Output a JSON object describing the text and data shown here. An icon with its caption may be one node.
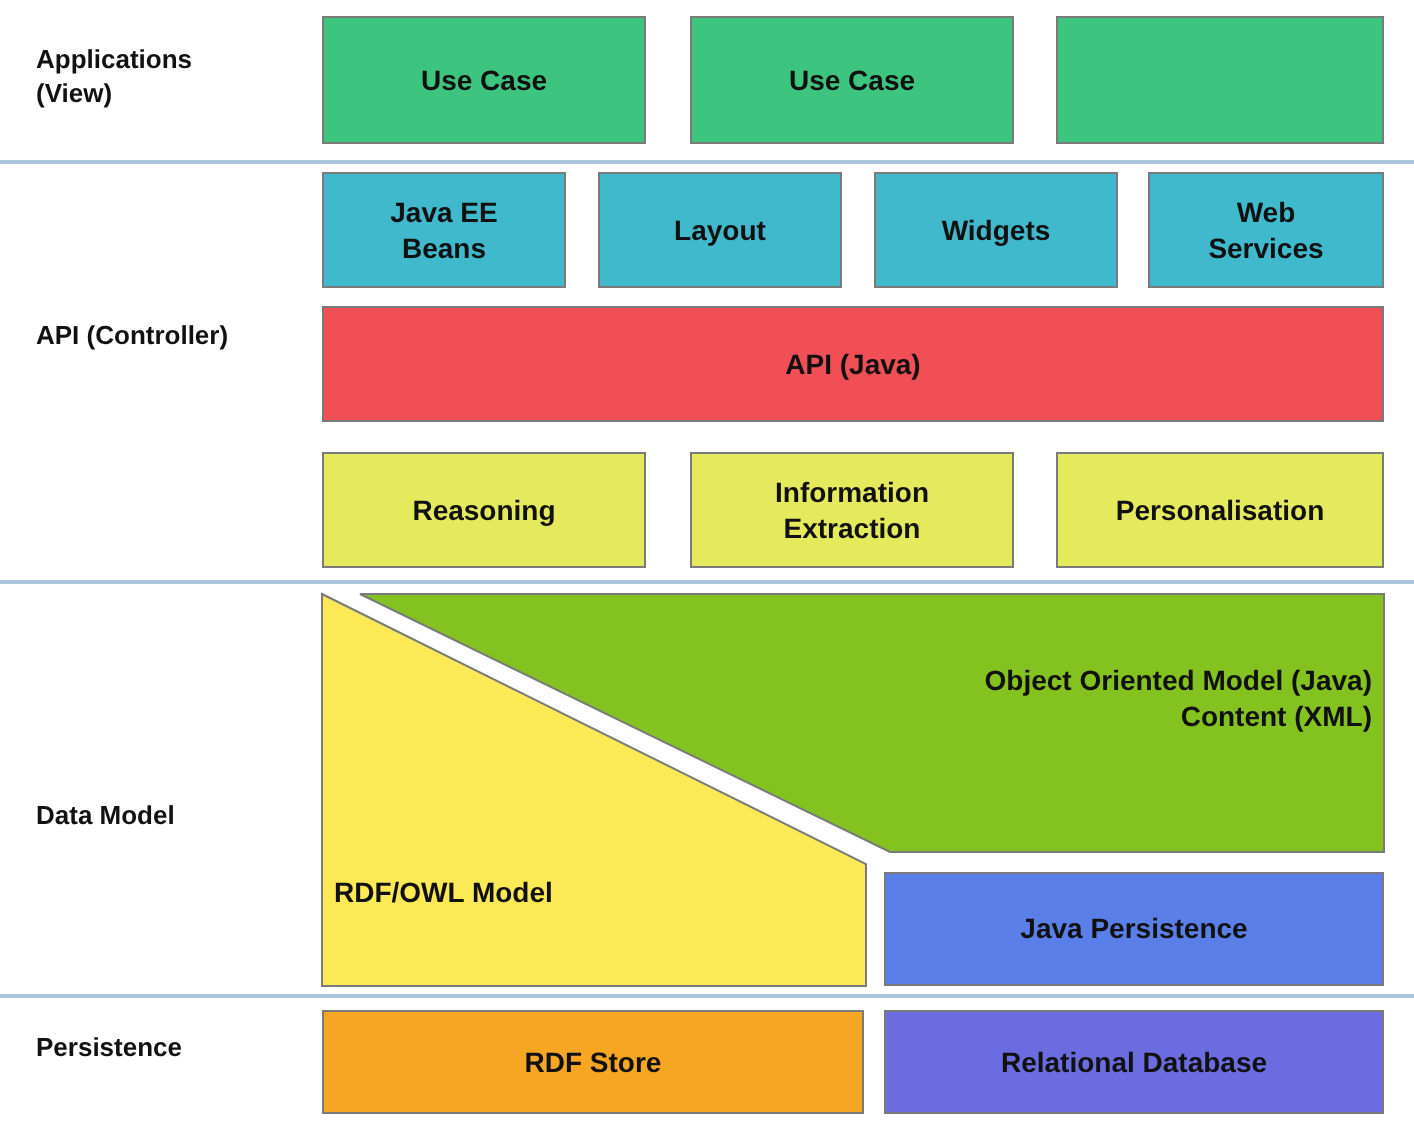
{
  "diagram": {
    "nodes": [
      {
        "text": [
          "Use Case"
        ]
      },
      {
        "text": [
          "Use Case"
        ]
      },
      {
        "text": [],
        "shape": "box"
      },
      {
        "text": [
          "Java EE Beans"
        ]
      },
      {
        "text": [
          "Layout"
        ]
      },
      {
        "text": [
          "Widgets"
        ]
      },
      {
        "text": [
          "Web Services"
        ]
      },
      {
        "text": [
          "API (Java)"
        ]
      },
      {
        "text": [
          "Reasoning"
        ]
      },
      {
        "text": [
          "Information Extraction"
        ]
      },
      {
        "text": [
          "Personalisation"
        ]
      },
      {
        "text": [
          "RDF/OWL Model"
        ]
      },
      {
        "text": [
          "Object Oriented Model (Java) Content (XML)"
        ]
      },
      {
        "text": [
          "Java Persistence"
        ]
      },
      {
        "text": [
          "RDF Store"
        ]
      },
      {
        "text": [
          "Relational Database"
        ]
      }
    ],
    "edges": [],
    "labels": [
      "Applications (View)",
      "API (Controller)",
      "Data Model",
      "Persistence"
    ]
  }
}
